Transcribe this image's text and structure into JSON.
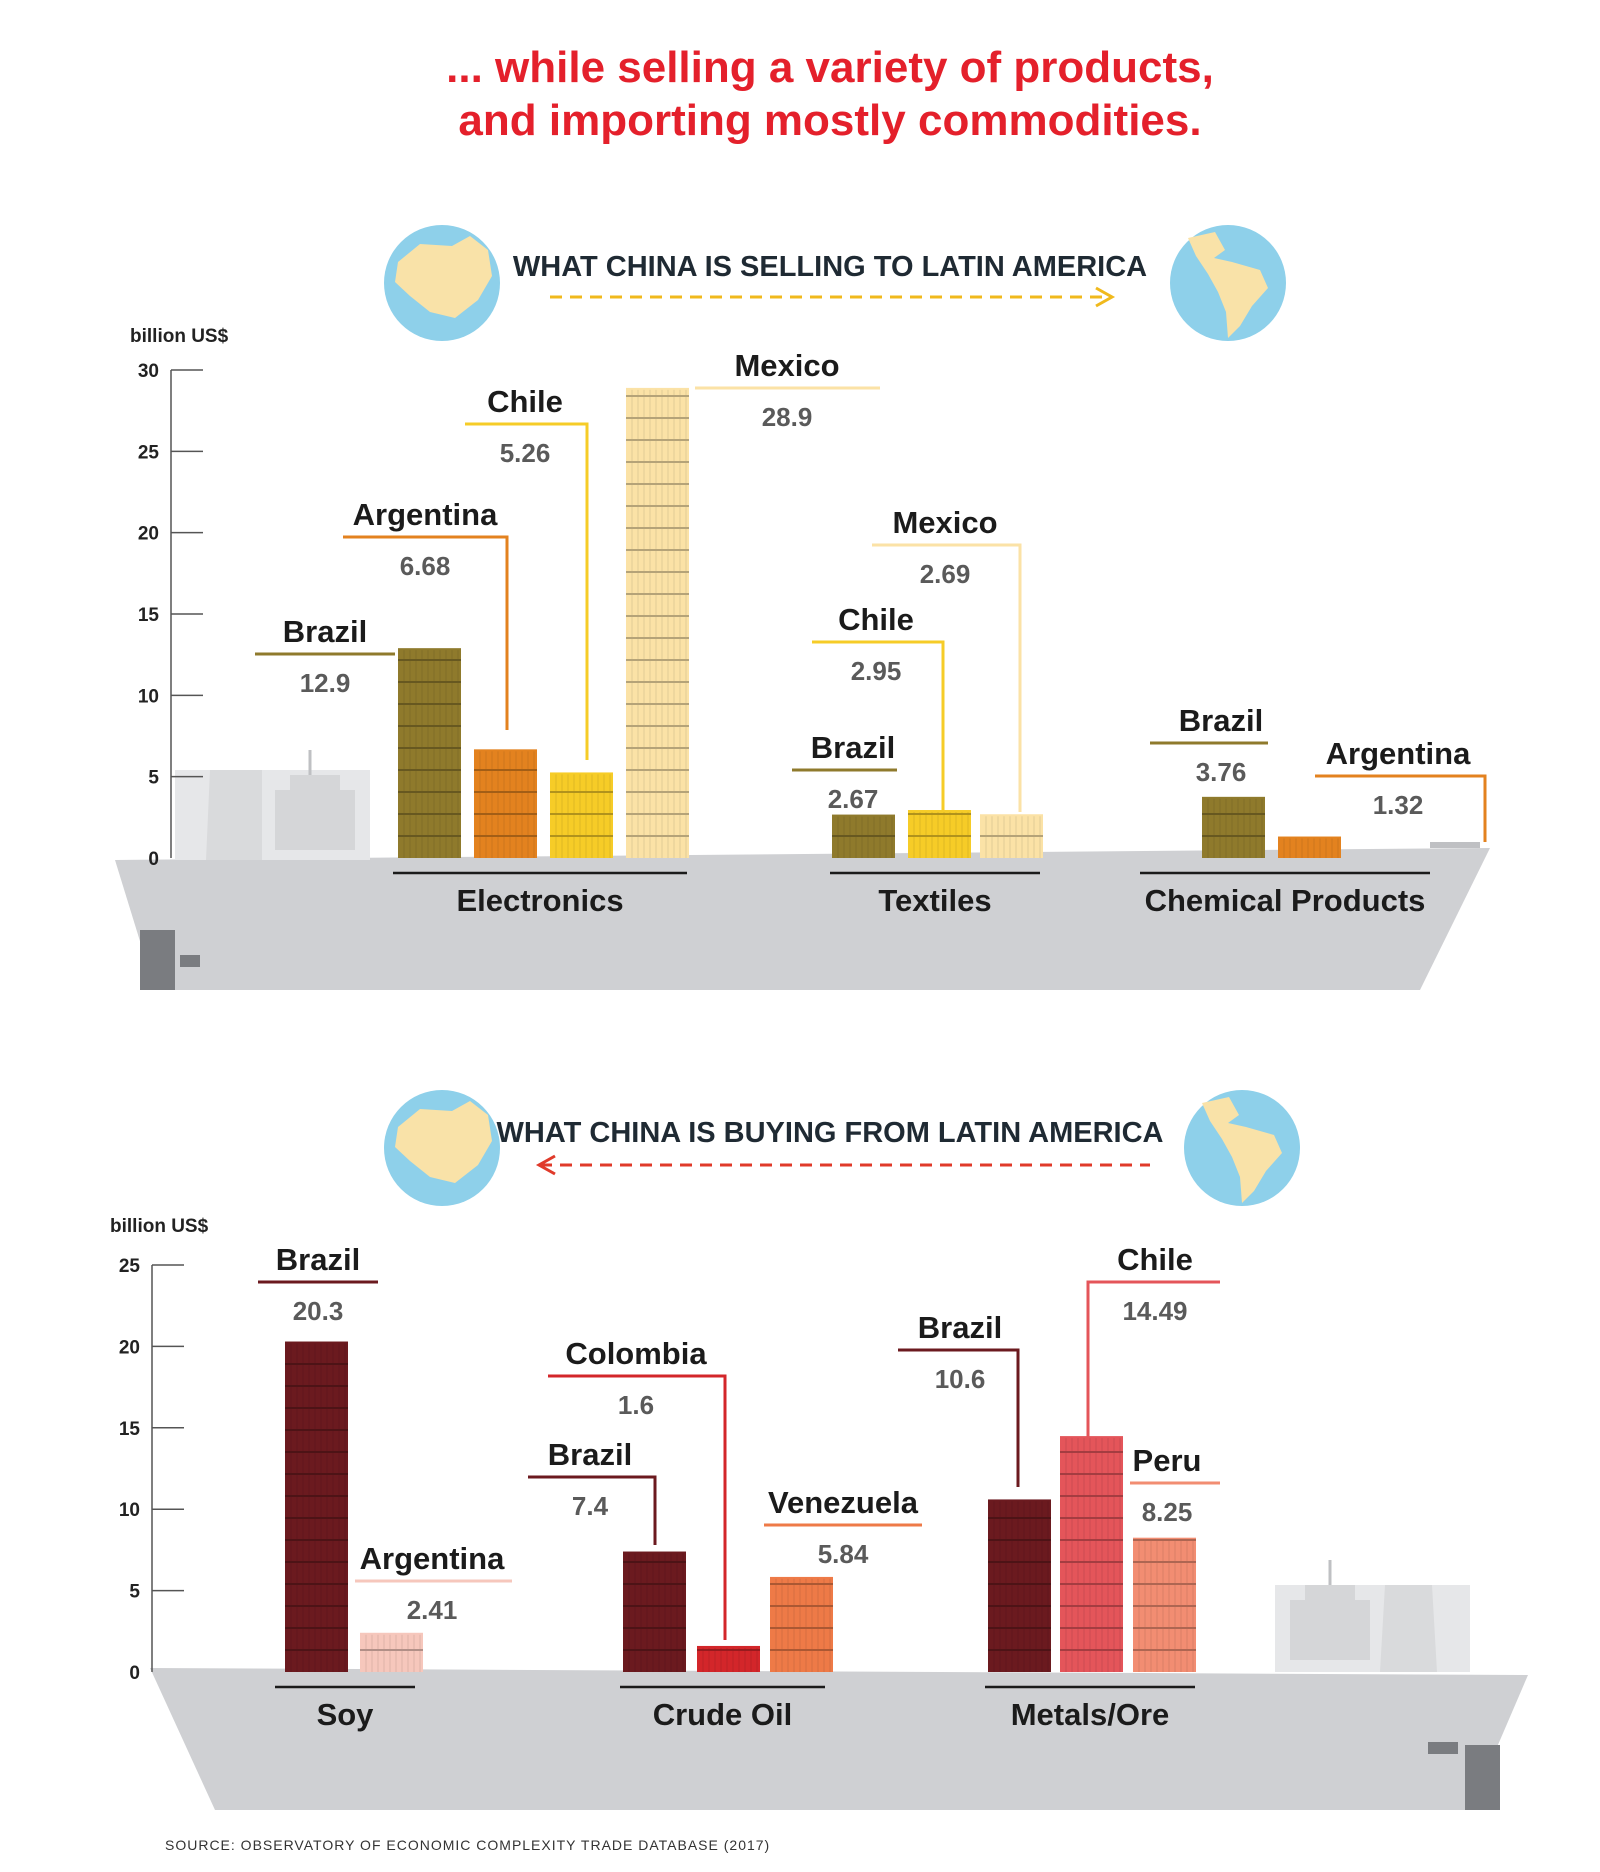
{
  "headline": {
    "line1": "... while selling a variety of products,",
    "line2": "and importing mostly commodities."
  },
  "source": "SOURCE: OBSERVATORY OF ECONOMIC COMPLEXITY TRADE DATABASE (2017)",
  "colors": {
    "headline": "#e4202b",
    "hull": "#cfd0d3",
    "globe_water": "#8ed0ea",
    "globe_land": "#f9e2a8",
    "export_arrow": "#f0b91c",
    "import_arrow": "#e03a2a"
  },
  "icons": [
    "china-globe-icon",
    "latin-america-globe-icon",
    "ship-icon",
    "container-stack-icon",
    "dashed-arrow-icon"
  ],
  "chart_data": [
    {
      "type": "bar",
      "title": "WHAT CHINA IS SELLING TO LATIN AMERICA",
      "ylabel": "billion US$",
      "ylim": [
        0,
        30
      ],
      "yticks": [
        0,
        5,
        10,
        15,
        20,
        25,
        30
      ],
      "grid": false,
      "groups": [
        {
          "category": "Electronics",
          "bars": [
            {
              "country": "Brazil",
              "value": 12.9,
              "label": "12.9",
              "color": "#8f7a2c"
            },
            {
              "country": "Argentina",
              "value": 6.68,
              "label": "6.68",
              "color": "#e3821f"
            },
            {
              "country": "Chile",
              "value": 5.26,
              "label": "5.26",
              "color": "#f6cc27"
            },
            {
              "country": "Mexico",
              "value": 28.9,
              "label": "28.9",
              "color": "#fbe2a6"
            }
          ]
        },
        {
          "category": "Textiles",
          "bars": [
            {
              "country": "Brazil",
              "value": 2.67,
              "label": "2.67",
              "color": "#8f7a2c"
            },
            {
              "country": "Chile",
              "value": 2.95,
              "label": "2.95",
              "color": "#f6cc27"
            },
            {
              "country": "Mexico",
              "value": 2.69,
              "label": "2.69",
              "color": "#fbe2a6"
            }
          ]
        },
        {
          "category": "Chemical Products",
          "bars": [
            {
              "country": "Brazil",
              "value": 3.76,
              "label": "3.76",
              "color": "#8f7a2c"
            },
            {
              "country": "Argentina",
              "value": 1.32,
              "label": "1.32",
              "color": "#e3821f"
            }
          ]
        }
      ]
    },
    {
      "type": "bar",
      "title": "WHAT CHINA IS BUYING FROM LATIN AMERICA",
      "ylabel": "billion US$",
      "ylim": [
        0,
        25
      ],
      "yticks": [
        0,
        5,
        10,
        15,
        20,
        25
      ],
      "grid": false,
      "groups": [
        {
          "category": "Soy",
          "bars": [
            {
              "country": "Brazil",
              "value": 20.3,
              "label": "20.3",
              "color": "#6b1a1f"
            },
            {
              "country": "Argentina",
              "value": 2.41,
              "label": "2.41",
              "color": "#f6c7bc"
            }
          ]
        },
        {
          "category": "Crude Oil",
          "bars": [
            {
              "country": "Brazil",
              "value": 7.4,
              "label": "7.4",
              "color": "#6b1a1f"
            },
            {
              "country": "Colombia",
              "value": 1.6,
              "label": "1.6",
              "color": "#d3262a"
            },
            {
              "country": "Venezuela",
              "value": 5.84,
              "label": "5.84",
              "color": "#ee7a47"
            }
          ]
        },
        {
          "category": "Metals/Ore",
          "bars": [
            {
              "country": "Brazil",
              "value": 10.6,
              "label": "10.6",
              "color": "#6b1a1f"
            },
            {
              "country": "Chile",
              "value": 14.49,
              "label": "14.49",
              "color": "#e4555a"
            },
            {
              "country": "Peru",
              "value": 8.25,
              "label": "8.25",
              "color": "#f28d72"
            }
          ]
        }
      ]
    }
  ]
}
